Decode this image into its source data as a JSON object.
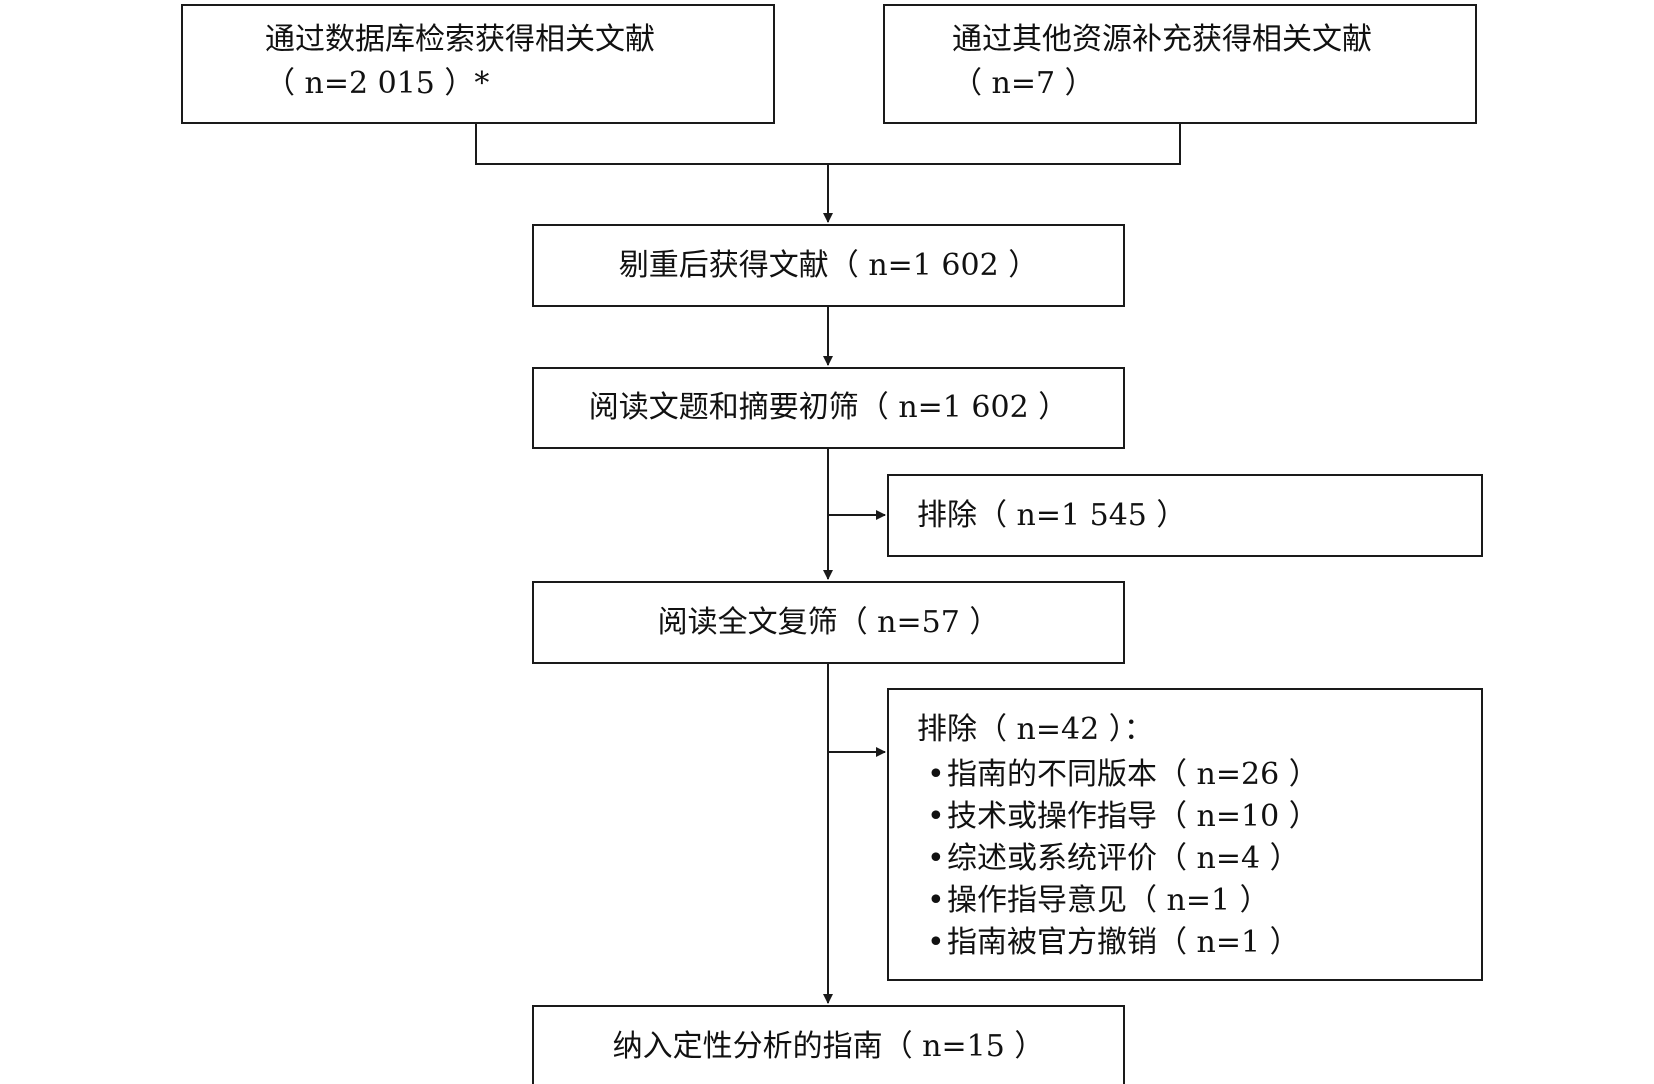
{
  "flowchart": {
    "source_database": {
      "line1": "通过数据库检索获得相关文献",
      "line2": "（ n=2 015 ）*"
    },
    "source_other": {
      "line1": "通过其他资源补充获得相关文献",
      "line2": "（ n=7 ）"
    },
    "after_dedup": "剔重后获得文献（ n=1 602 ）",
    "title_abstract_screen": "阅读文题和摘要初筛（ n=1 602 ）",
    "exclusion_1": "排除（ n=1 545 ）",
    "fulltext_screen": "阅读全文复筛（ n=57 ）",
    "exclusion_2": {
      "title": "排除（ n=42 ）：",
      "reasons": [
        "指南的不同版本（ n=26 ）",
        "技术或操作指导（ n=10 ）",
        "综述或系统评价（ n=4 ）",
        "操作指导意见（ n=1 ）",
        "指南被官方撤销（ n=1 ）"
      ]
    },
    "included": "纳入定性分析的指南（ n=15 ）"
  }
}
